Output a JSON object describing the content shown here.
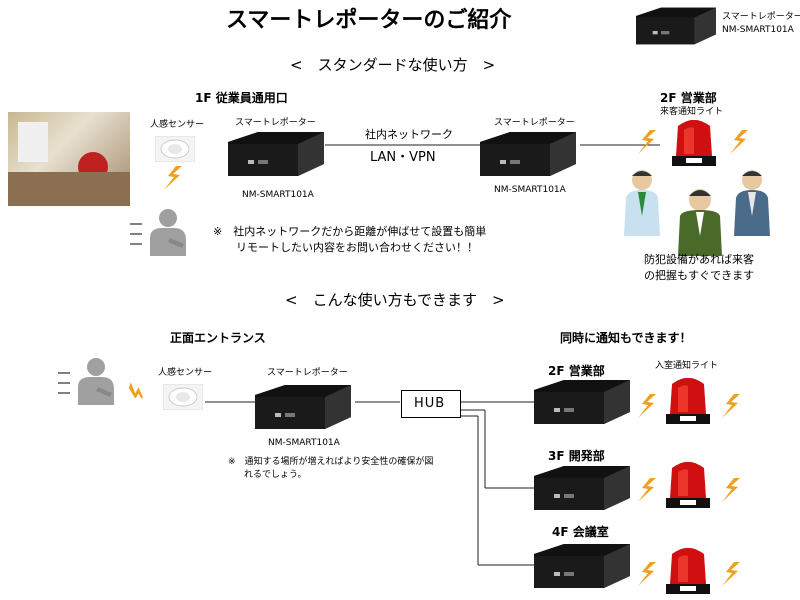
{
  "title": "スマートレポーターのご紹介",
  "header_device": {
    "name": "スマートレポーター",
    "model": "NM-SMART101A"
  },
  "standard": {
    "heading": "<　スタンダードな使い方　>",
    "location_1f": "1F 従業員通用口",
    "sensor_label": "人感センサー",
    "reporter_left_label": "スマートレポーター",
    "reporter_left_model": "NM-SMART101A",
    "network_label": "社内ネットワーク",
    "network_type": "LAN・VPN",
    "reporter_right_label": "スマートレポーター",
    "reporter_right_model": "NM-SMART101A",
    "location_2f": "2F 営業部",
    "light_label": "来客通知ライト",
    "note_line1": "※　社内ネットワークだから距離が伸ばせて設置も簡単",
    "note_line2": "リモートしたい内容をお問い合わせください！！",
    "security_line1": "防犯設備があれば来客",
    "security_line2": "の把握もすぐできます"
  },
  "advanced": {
    "heading": "<　こんな使い方もできます　>",
    "location": "正面エントランス",
    "sensor_label": "人感センサー",
    "reporter_label": "スマートレポーター",
    "reporter_model": "NM-SMART101A",
    "hub_label": "HUB",
    "simultaneous": "同時に通知もできます！",
    "light_label": "入室通知ライト",
    "dest_1": "2F 営業部",
    "dest_2": "3F 開発部",
    "dest_3": "4F 会議室",
    "note_line1": "※　通知する場所が増えればより安全性の確保が図",
    "note_line2": "れるでしょう。"
  },
  "colors": {
    "device": "#1c1c1c",
    "line": "#222222",
    "bolt": "#f0a020",
    "light_red": "#d01010",
    "person_gray": "#a0a0a0"
  }
}
